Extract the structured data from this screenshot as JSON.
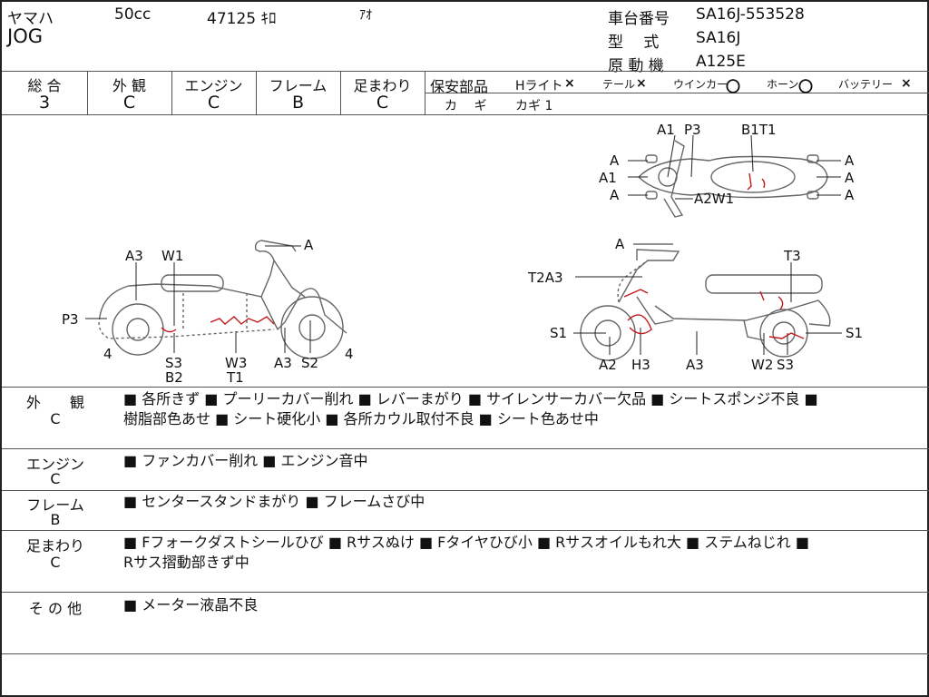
{
  "header": {
    "maker": "ヤマハ",
    "displacement": "50cc",
    "mileage": "47125 ｷﾛ",
    "color": "ｱｵ",
    "model_name": "JOG",
    "frame_no_label": "車台番号",
    "frame_no": "SA16J-553528",
    "type_label": "型　 式",
    "type": "SA16J",
    "engine_label": "原 動 機",
    "engine": "A125E"
  },
  "grades": {
    "total_label": "総 合",
    "total": "3",
    "exterior_label": "外 観",
    "exterior": "C",
    "engine_label": "エンジン",
    "engine": "C",
    "frame_label": "フレーム",
    "frame": "B",
    "suspension_label": "足まわり",
    "suspension": "C"
  },
  "safety_parts": {
    "label": "保安部品",
    "headlight_label": "Hライト",
    "headlight": "×",
    "tail_label": "テール",
    "tail": "×",
    "winker_label": "ウインカー",
    "winker": "〇",
    "horn_label": "ホーン",
    "horn": "〇",
    "battery_label": "バッテリー",
    "battery": "×",
    "key_label": "カ　 ギ",
    "key": "カギ 1"
  },
  "diagram_labels": {
    "top_a1": "A1",
    "top_p3": "P3",
    "top_b1t1": "B1T1",
    "top_a_l1": "A",
    "top_a1_l": "A1",
    "top_a_l2": "A",
    "top_a_r1": "A",
    "top_a_r2": "A",
    "top_a_r3": "A",
    "top_a2w1": "A2W1",
    "left_a": "A",
    "left_a3": "A3",
    "left_w1": "W1",
    "left_p3": "P3",
    "left_4a": "4",
    "left_4b": "4",
    "left_s3": "S3",
    "left_b2": "B2",
    "left_w3": "W3",
    "left_t1": "T1",
    "left_a3b": "A3",
    "left_s2": "S2",
    "right_a": "A",
    "right_t3": "T3",
    "right_t2a3": "T2A3",
    "right_s1a": "S1",
    "right_s1b": "S1",
    "right_a2": "A2",
    "right_h3": "H3",
    "right_a3": "A3",
    "right_w2": "W2",
    "right_s3": "S3"
  },
  "remarks": {
    "exterior_label": "外　　観",
    "exterior_grade": "C",
    "exterior_line1": "■ 各所きず ■ プーリーカバー削れ ■ レバーまがり ■ サイレンサーカバー欠品 ■ シートスポンジ不良 ■",
    "exterior_line2": "樹脂部色あせ ■ シート硬化小 ■ 各所カウル取付不良 ■ シート色あせ中",
    "engine_label": "エンジン",
    "engine_grade": "C",
    "engine_line1": "■ ファンカバー削れ ■ エンジン音中",
    "frame_label": "フレーム",
    "frame_grade": "B",
    "frame_line1": "■ センタースタンドまがり ■ フレームさび中",
    "suspension_label": "足まわり",
    "suspension_grade": "C",
    "suspension_line1": "■ Fフォークダストシールひび ■ Rサスぬけ ■ Fタイヤひび小 ■ Rサスオイルもれ大 ■ ステムねじれ ■",
    "suspension_line2": "Rサス摺動部きず中",
    "other_label": "そ の 他",
    "other_line1": "■ メーター液晶不良"
  }
}
